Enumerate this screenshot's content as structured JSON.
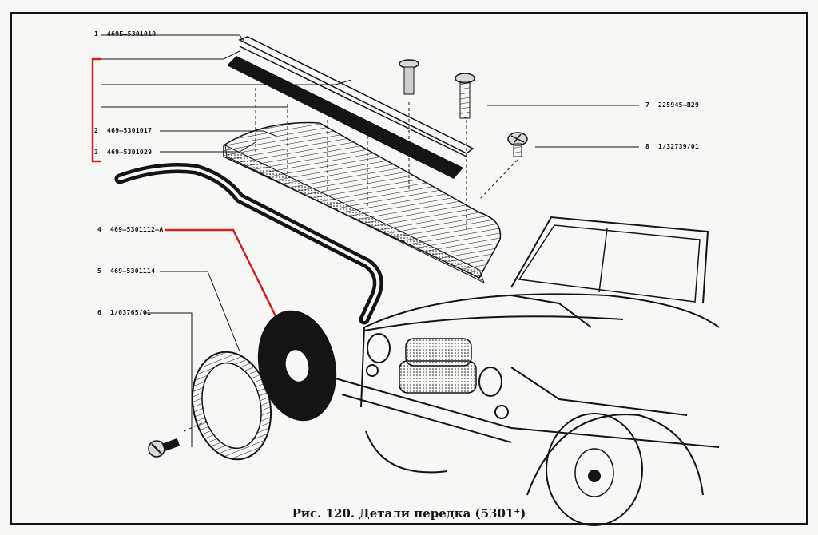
{
  "caption": "Рис. 120. Детали передка (5301⁺)",
  "colors": {
    "ink": "#141414",
    "paper": "#f7f7f5",
    "annotation": "#cc2222"
  },
  "callouts": [
    {
      "num": "1",
      "part": "469Б–5301010"
    },
    {
      "num": "2",
      "part": "469–5301017"
    },
    {
      "num": "3",
      "part": "469–5301029"
    },
    {
      "num": "4",
      "part": "469–5301112–А"
    },
    {
      "num": "5",
      "part": "469–5301114"
    },
    {
      "num": "6",
      "part": "1/03765/01"
    },
    {
      "num": "7",
      "part": "225945–П29"
    },
    {
      "num": "8",
      "part": "1/32739/01"
    }
  ]
}
